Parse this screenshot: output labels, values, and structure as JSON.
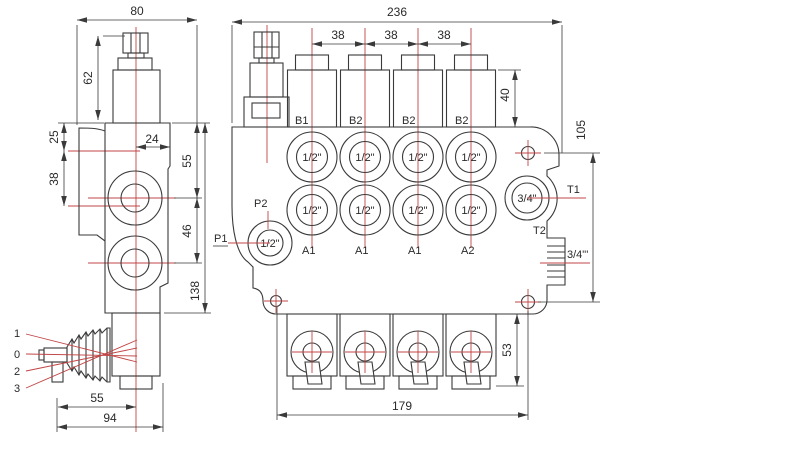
{
  "title": "Hydraulic monoblock valve dimensional drawing",
  "colors": {
    "line": "#3a3a3a",
    "centerline": "#c14444",
    "text": "#2a2a2a",
    "background": "#ffffff"
  },
  "side_view": {
    "dims": {
      "overall_width": "80",
      "relief_valve_height": "62",
      "top_to_b_level": "25",
      "b_to_a_level": "38",
      "center_to_edge": "24",
      "top_to_t1": "55",
      "t1_to_side_port": "46",
      "body_height": "138",
      "lever_to_center": "55",
      "lever_overall": "94"
    },
    "lever_positions": [
      "1",
      "0",
      "2",
      "3"
    ]
  },
  "front_view": {
    "dims": {
      "overall_width": "236",
      "spool_pitch_1": "38",
      "spool_pitch_2": "38",
      "spool_pitch_3": "38",
      "cap_height": "40",
      "mount_hole_spacing_v": "105",
      "spool_section_height": "53",
      "mount_hole_spacing_h": "179"
    },
    "ports": {
      "b_row": [
        {
          "label": "B1",
          "size": "1/2\""
        },
        {
          "label": "B2",
          "size": "1/2\""
        },
        {
          "label": "B2",
          "size": "1/2\""
        },
        {
          "label": "B2",
          "size": "1/2\""
        }
      ],
      "a_row": [
        {
          "label": "A1",
          "size": "1/2\""
        },
        {
          "label": "A1",
          "size": "1/2\""
        },
        {
          "label": "A1",
          "size": "1/2\""
        },
        {
          "label": "A2",
          "size": "1/2\""
        }
      ],
      "p1": {
        "label": "P1",
        "size": "1/2\""
      },
      "p2": {
        "label": "P2"
      },
      "t1": {
        "label": "T1",
        "size": "3/4\""
      },
      "t2": {
        "label": "T2"
      },
      "side_port": {
        "size": "3/4\"'"
      }
    }
  }
}
